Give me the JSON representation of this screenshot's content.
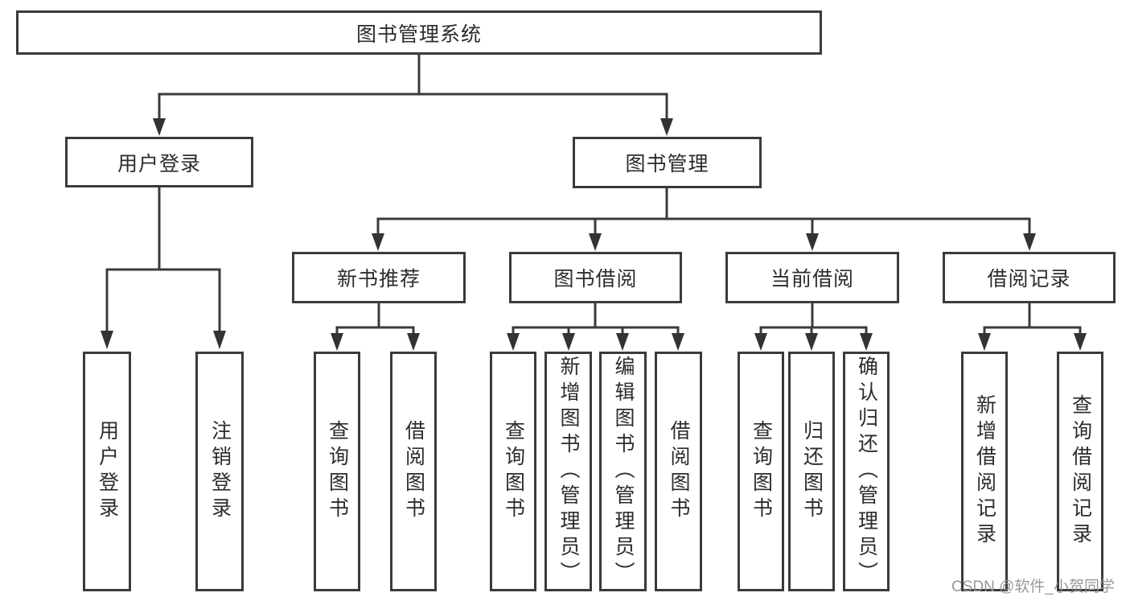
{
  "diagram": {
    "colors": {
      "line": "#3b3b3b",
      "text": "#2c2c2c",
      "background": "#ffffff",
      "watermark": "#949494"
    },
    "root": {
      "label": "图书管理系统"
    },
    "level2": [
      {
        "label": "用户登录"
      },
      {
        "label": "图书管理"
      }
    ],
    "level3": [
      {
        "label": "新书推荐"
      },
      {
        "label": "图书借阅"
      },
      {
        "label": "当前借阅"
      },
      {
        "label": "借阅记录"
      }
    ],
    "leaves": {
      "user_login": [
        {
          "label": "用户登录"
        },
        {
          "label": "注销登录"
        }
      ],
      "new_book_recommend": [
        {
          "label": "查询图书"
        },
        {
          "label": "借阅图书"
        }
      ],
      "book_borrow": [
        {
          "label": "查询图书"
        },
        {
          "label": "新增图书（管理员）"
        },
        {
          "label": "编辑图书（管理员）"
        },
        {
          "label": "借阅图书"
        }
      ],
      "current_borrow": [
        {
          "label": "查询图书"
        },
        {
          "label": "归还图书"
        },
        {
          "label": "确认归还（管理员）"
        }
      ],
      "borrow_records": [
        {
          "label": "新增借阅记录"
        },
        {
          "label": "查询借阅记录"
        }
      ]
    },
    "watermark": "CSDN @软件_小贺同学"
  }
}
